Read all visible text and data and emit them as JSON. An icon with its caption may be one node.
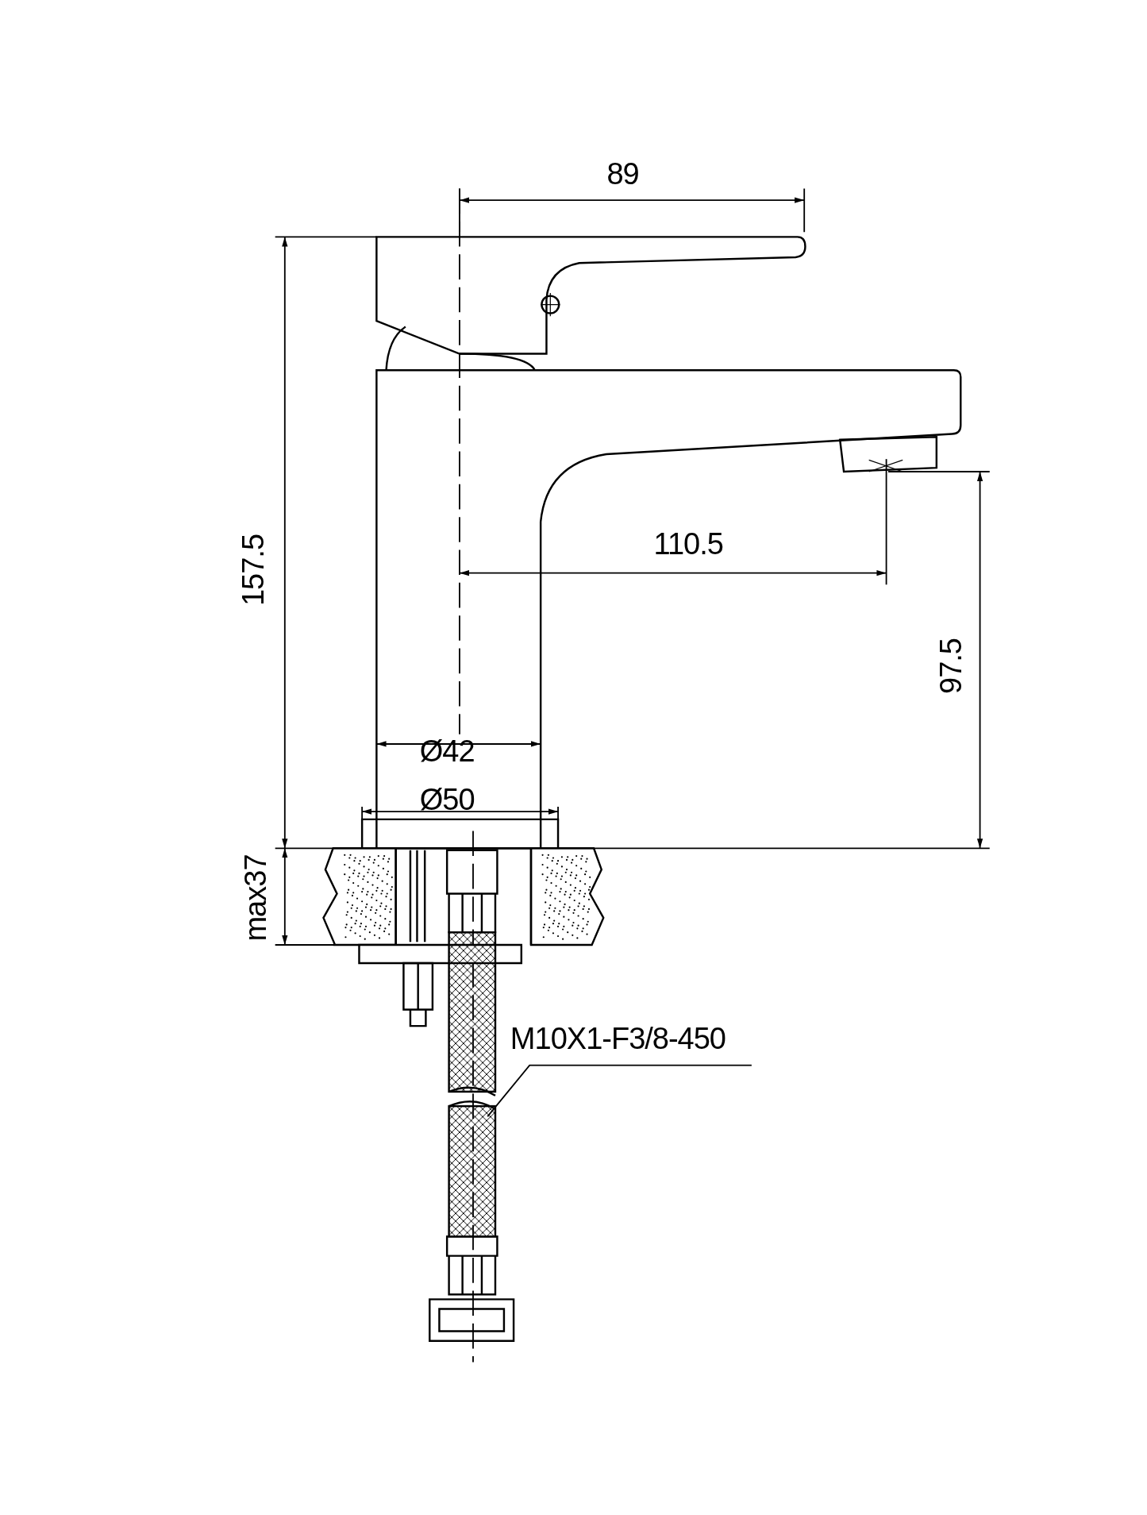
{
  "diagram": {
    "nodes": [
      {
        "text": [
          "M10X1-F3/8-450"
        ]
      },
      {
        "text": [],
        "shape": "picture"
      }
    ],
    "edges": [
      {
        "from": 0,
        "to": 1,
        "arrow": "none"
      }
    ],
    "labels": [
      "89",
      "157.5",
      "110.5",
      "97.5",
      "Ø42",
      "Ø50",
      "max37"
    ]
  }
}
